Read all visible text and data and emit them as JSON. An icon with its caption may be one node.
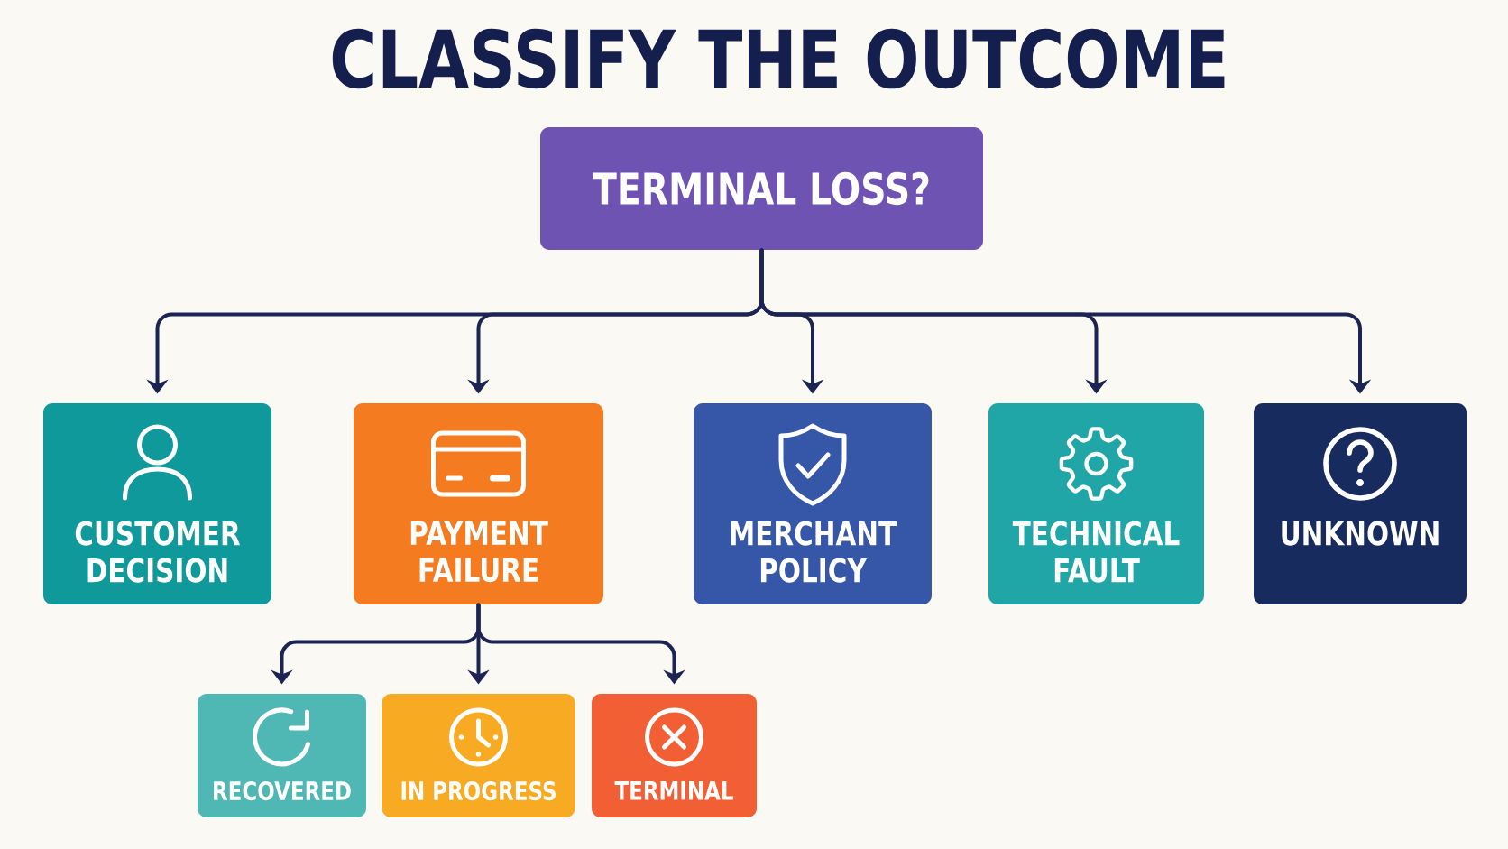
{
  "diagram": {
    "title": "CLASSIFY THE OUTCOME",
    "nodes": [
      {
        "text": [
          "TERMINAL LOSS?"
        ]
      },
      {
        "text": [
          "CUSTOMER DECISION"
        ]
      },
      {
        "text": [
          "PAYMENT FAILURE"
        ]
      },
      {
        "text": [
          "MERCHANT POLICY"
        ]
      },
      {
        "text": [
          "TECHNICAL FAULT"
        ]
      },
      {
        "text": [
          "UNKNOWN"
        ]
      },
      {
        "text": [
          "RECOVERED"
        ]
      },
      {
        "text": [
          "IN PROGRESS"
        ]
      },
      {
        "text": [
          "TERMINAL"
        ]
      }
    ],
    "edges": [
      {
        "from": 0,
        "to": 1,
        "arrow": "to"
      },
      {
        "from": 0,
        "to": 2,
        "arrow": "to"
      },
      {
        "from": 0,
        "to": 3,
        "arrow": "to"
      },
      {
        "from": 0,
        "to": 4,
        "arrow": "to"
      },
      {
        "from": 0,
        "to": 5,
        "arrow": "to"
      },
      {
        "from": 2,
        "to": 6,
        "arrow": "to"
      },
      {
        "from": 2,
        "to": 7,
        "arrow": "to"
      },
      {
        "from": 2,
        "to": 8,
        "arrow": "to"
      }
    ]
  }
}
